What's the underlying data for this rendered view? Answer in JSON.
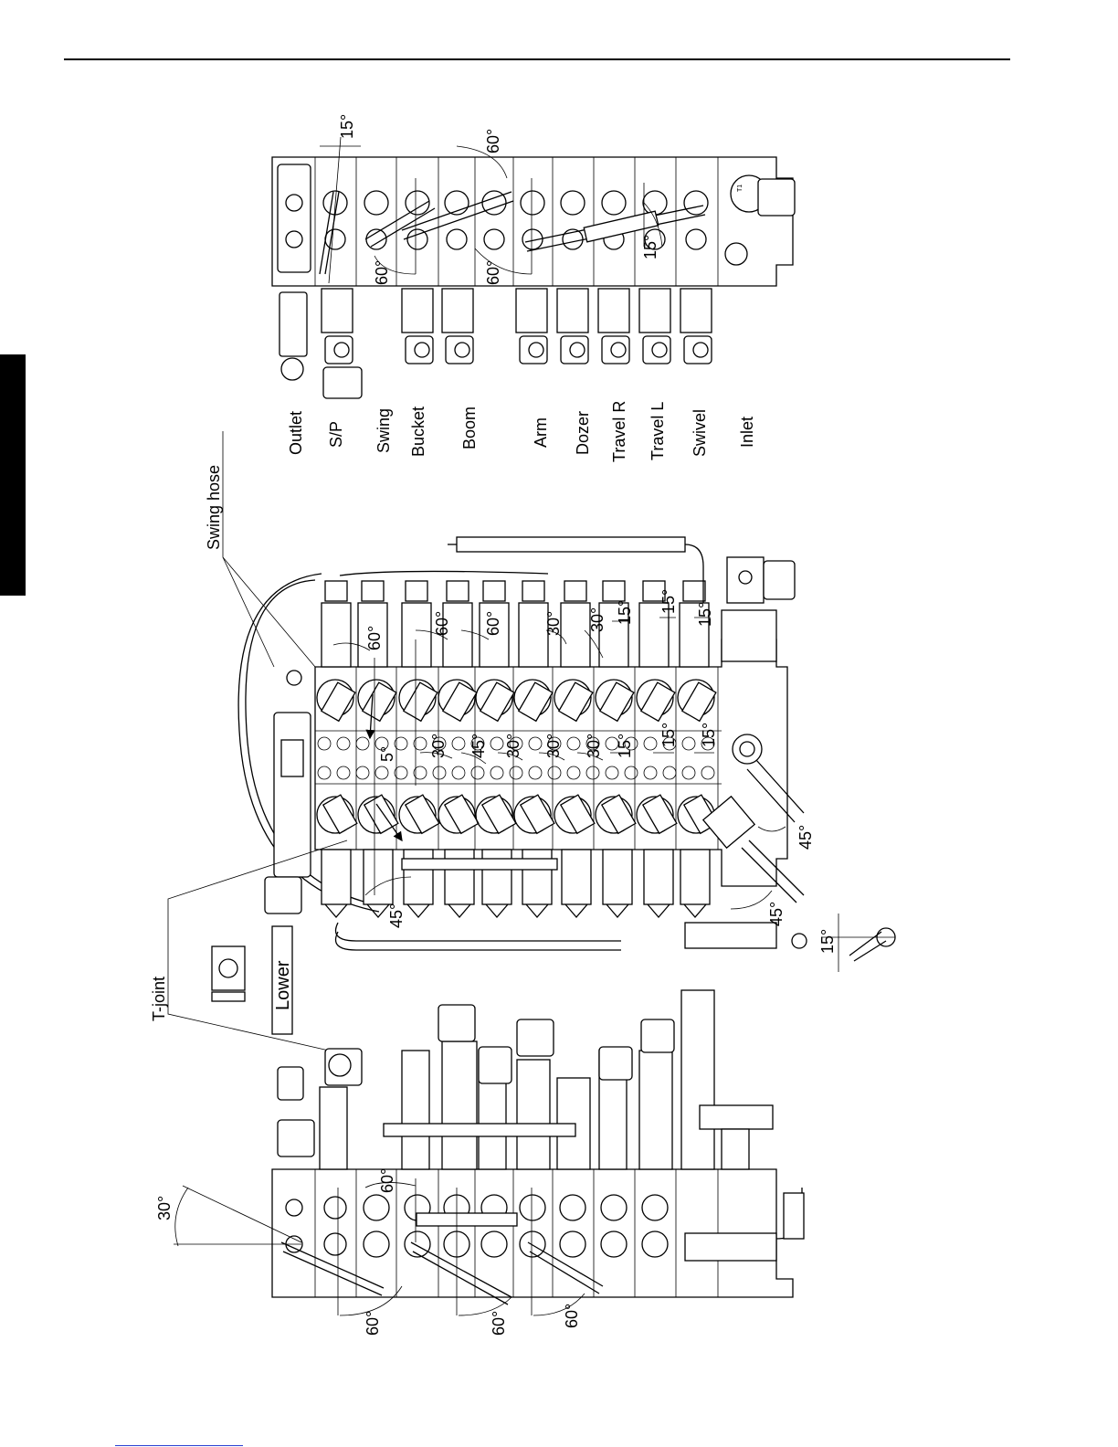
{
  "sections": {
    "top": [
      "Outlet",
      "S/P",
      "Swing",
      "Bucket",
      "Boom",
      "Arm",
      "Dozer",
      "Travel R",
      "Travel L",
      "Swivel",
      "Inlet"
    ]
  },
  "callouts": {
    "swing_hose": "Swing hose",
    "t_joint": "T-joint",
    "lower": "Lower"
  },
  "angles": {
    "top_view": [
      "15°",
      "60°",
      "60°",
      "60°",
      "15°"
    ],
    "middle_view_upper": [
      "60°",
      "60°",
      "60°",
      "30°",
      "30°",
      "15°",
      "15°",
      "15°"
    ],
    "middle_view_inner": [
      "5°",
      "30°",
      "45°",
      "30°",
      "30°",
      "30°",
      "15°",
      "15°",
      "15°"
    ],
    "middle_view_lower": [
      "45°",
      "45°",
      "45°",
      "15°"
    ],
    "bottom_view": [
      "30°",
      "60°",
      "60°",
      "60°",
      "60°"
    ]
  }
}
